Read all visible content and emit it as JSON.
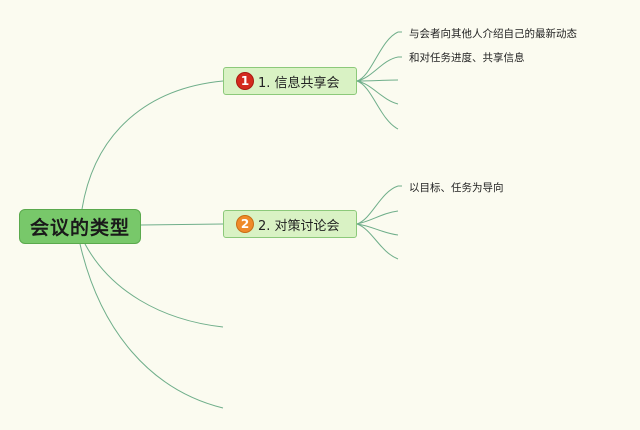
{
  "root": {
    "label": "会议的类型"
  },
  "branches": [
    {
      "badge": "1",
      "label": "1. 信息共享会",
      "leaves": [
        "与会者向其他人介绍自己的最新动态",
        "和对任务进度、共享信息"
      ]
    },
    {
      "badge": "2",
      "label": "2. 对策讨论会",
      "leaves": [
        "以目标、任务为导向"
      ]
    }
  ],
  "colors": {
    "background": "#fbfbf0",
    "root_fill": "#78c86a",
    "branch_fill": "#d9f2c4",
    "connector": "#6fae8a",
    "badge_1": "#d42a1e",
    "badge_2": "#ef8a2a"
  }
}
